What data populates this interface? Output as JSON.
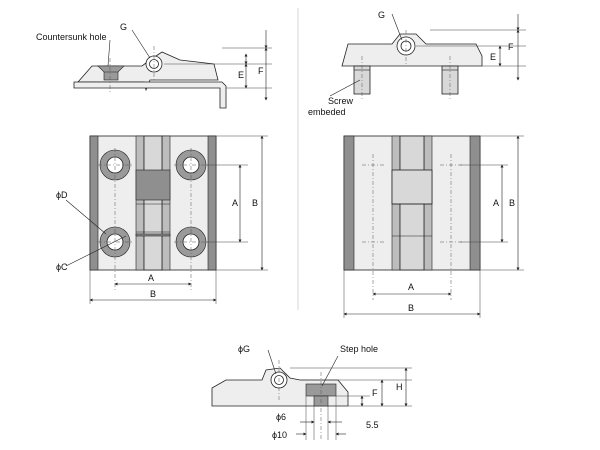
{
  "views": {
    "left_side": {
      "g": "G",
      "countersunk": "Countersunk hole",
      "e": "E",
      "f": "F"
    },
    "right_side": {
      "g": "G",
      "screw_line1": "Screw",
      "screw_line2": "embeded",
      "e": "E",
      "f": "F"
    },
    "left_front": {
      "phi_d": "ϕD",
      "phi_c": "ϕC",
      "a_vert": "A",
      "b_vert": "B",
      "a_horz": "A",
      "b_horz": "B"
    },
    "right_front": {
      "a_vert": "A",
      "b_vert": "B",
      "a_horz": "A",
      "b_horz": "B"
    },
    "bottom_side": {
      "phi_g": "ϕG",
      "step": "Step hole",
      "h": "H",
      "f": "F",
      "phi6": "ϕ6",
      "phi10": "ϕ10",
      "d55": "5.5"
    }
  },
  "colors": {
    "line": "#222222",
    "body": "#eeeeee",
    "band_dark": "#8f8f8f",
    "band_light": "#bdbdbd"
  }
}
